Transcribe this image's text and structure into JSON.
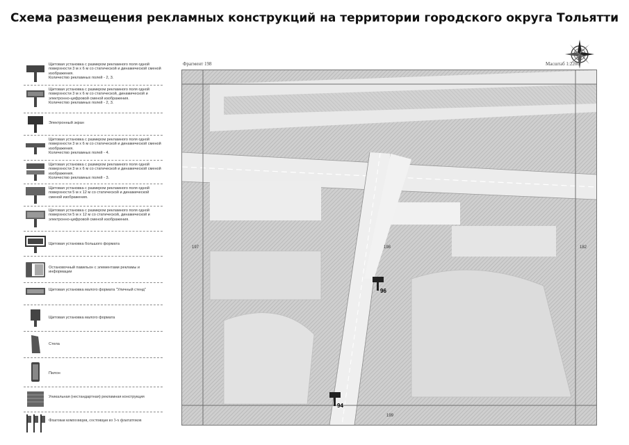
{
  "title": "Схема размещения рекламных конструкций на территории городского округа Тольятти",
  "map": {
    "fragment_label": "Фрагмент 198",
    "scale_label": "Масштаб 1:2200",
    "neighbors": {
      "left": "197",
      "right": "182",
      "center": "198",
      "bottom": "199"
    },
    "markers": [
      {
        "id": "96",
        "label": "96"
      },
      {
        "id": "94",
        "label": "94"
      }
    ]
  },
  "legend": [
    {
      "icon": "billboard-3x6-static-dynamic-icon",
      "text": "Щитовая установка с размером рекламного поля одной поверхности 3 м х 6 м со статической и динамической сменой изображения.\nКоличество рекламных полей - 2, 3."
    },
    {
      "icon": "billboard-3x6-digital-icon",
      "text": "Щитовая установка с размером рекламного поля одной поверхности 3 м х 6 м со статической, динамической и электронно-цифровой сменой изображения.\nКоличество рекламных полей - 2, 3."
    },
    {
      "icon": "electronic-screen-icon",
      "text": "Электронный экран"
    },
    {
      "icon": "billboard-3x6-four-fields-icon",
      "text": "Щитовая установка с размером рекламного поля одной поверхности 3 м х 6 м со статической и динамической сменой изображения.\nКоличество рекламных полей - 4."
    },
    {
      "icon": "billboard-3x6-three-fields-icon",
      "text": "Щитовая установка с размером рекламного поля одной поверхности 3 м х 6 м со статической и динамической сменой изображения.\nКоличество рекламных полей - 3."
    },
    {
      "icon": "billboard-5x12-static-dynamic-icon",
      "text": "Щитовая установка с размером рекламного поля одной поверхности 5 м х 12 м со статической и динамической сменой изображения."
    },
    {
      "icon": "billboard-5x12-digital-icon",
      "text": "Щитовая установка с размером рекламного поля одной поверхности 5 м х 12 м со статической, динамической и электронно-цифровой сменой изображения."
    },
    {
      "icon": "large-format-billboard-icon",
      "text": "Щитовая установка большого формата"
    },
    {
      "icon": "bus-stop-pavilion-icon",
      "text": "Остановочный павильон с элементами рекламы и информации"
    },
    {
      "icon": "city-stand-icon",
      "text": "Щитовая установка малого формата \"Уличный стенд\""
    },
    {
      "icon": "small-format-billboard-icon",
      "text": "Щитовая установка малого формата"
    },
    {
      "icon": "stele-icon",
      "text": "Стела"
    },
    {
      "icon": "pylon-icon",
      "text": "Пилон"
    },
    {
      "icon": "unique-structure-icon",
      "text": "Уникальная (нестандартная) рекламная конструкция"
    },
    {
      "icon": "flag-composition-icon",
      "text": "Флаговая композиция, состоящая из 3-х флагштоков"
    }
  ]
}
